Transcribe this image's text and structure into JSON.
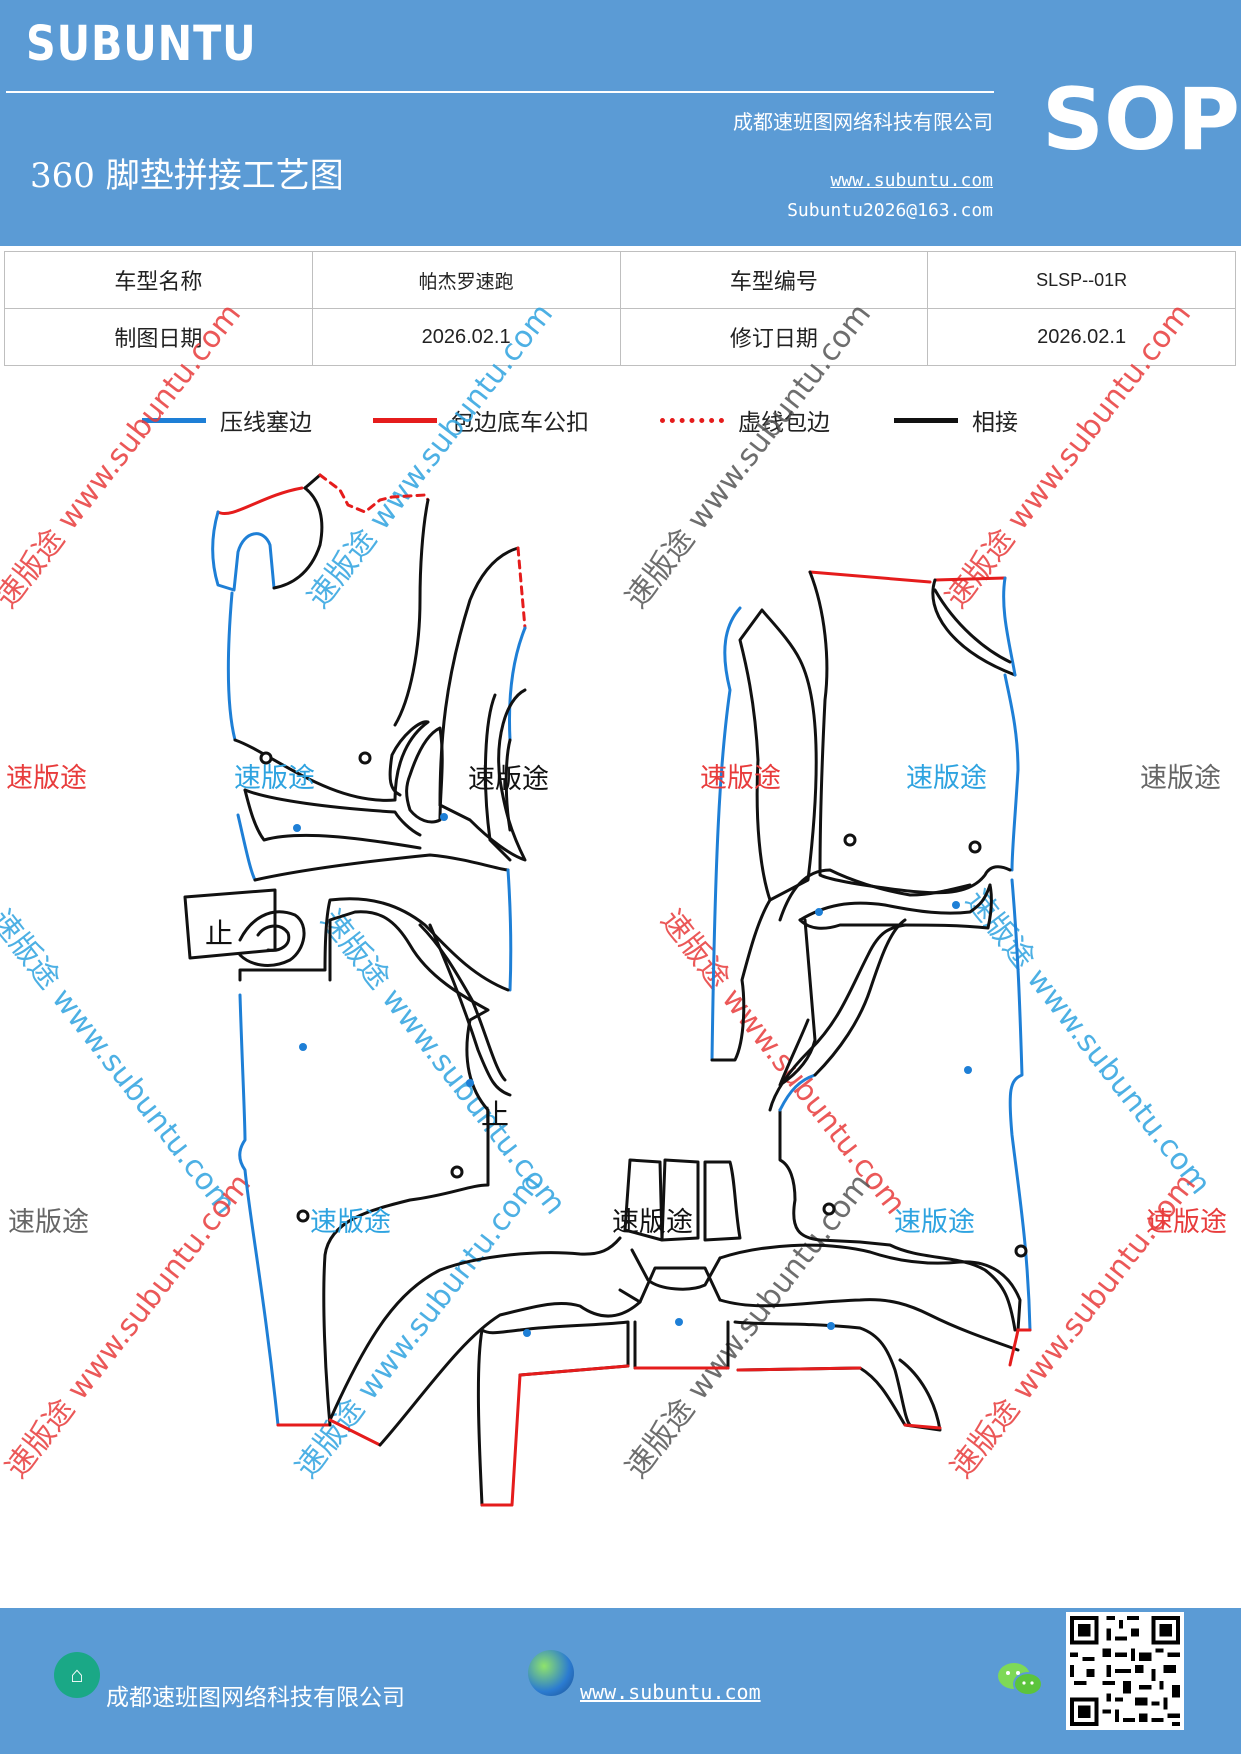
{
  "header": {
    "logo": "SUBUNTU",
    "company": "成都速班图网络科技有限公司",
    "title": "360 脚垫拼接工艺图",
    "website": "www.subuntu.com",
    "email": "Subuntu2026@163.com",
    "badge": "SOP"
  },
  "info_table": {
    "model_name_label": "车型名称",
    "model_name_value": "帕杰罗速跑",
    "model_no_label": "车型编号",
    "model_no_value": "SLSP--01R",
    "draw_date_label": "制图日期",
    "draw_date_value": "2026.02.1",
    "revise_date_label": "修订日期",
    "revise_date_value": "2026.02.1"
  },
  "legend": [
    {
      "label": "压线塞边",
      "color": "#1e7fd6",
      "style": "solid"
    },
    {
      "label": "包边底车公扣",
      "color": "#e51c1c",
      "style": "solid"
    },
    {
      "label": "虚线包边",
      "color": "#e51c1c",
      "style": "dashed"
    },
    {
      "label": "相接",
      "color": "#111111",
      "style": "solid"
    }
  ],
  "watermark": {
    "brand": "速版途",
    "diagonal": "速版途 www.subuntu.com",
    "stop_mark": "止"
  },
  "footer": {
    "company": "成都速班图网络科技有限公司",
    "website": "www.subuntu.com",
    "home_icon": "home-icon",
    "globe_icon": "globe-icon",
    "wechat_icon": "wechat-icon"
  },
  "colors": {
    "header_bg": "#5b9bd5",
    "blue_line": "#1e7fd6",
    "red_line": "#e51c1c",
    "black_line": "#111111"
  }
}
